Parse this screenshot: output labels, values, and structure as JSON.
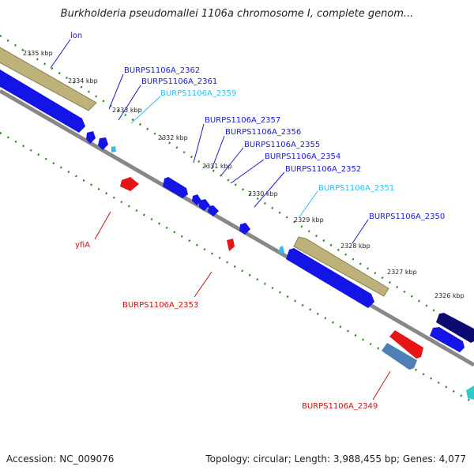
{
  "header": {
    "title": "Burkholderia pseudomallei 1106a chromosome I, complete genom..."
  },
  "footer": {
    "accession": "Accession: NC_009076",
    "summary": "Topology: circular; Length: 3,988,455 bp; Genes: 4,077"
  },
  "scale_ticks": [
    "2335 kbp",
    "2334 kbp",
    "2333 kbp",
    "2332 kbp",
    "2331 kbp",
    "2330 kbp",
    "2329 kbp",
    "2328 kbp",
    "2327 kbp",
    "2326 kbp"
  ],
  "colors": {
    "forward_label": "#1a1acc",
    "hypothetical_label": "#33bbee",
    "reverse_label": "#cc1111",
    "tick_green": "#2e8b22",
    "backbone": "#888888",
    "orf_olive": "#bdb27a",
    "forward_cds": "#1414e6",
    "reverse_cds": "#e61414"
  },
  "genes": {
    "forward": [
      {
        "label": "lon",
        "color": "#1a1acc"
      },
      {
        "label": "BURPS1106A_2362",
        "color": "#1a1acc"
      },
      {
        "label": "BURPS1106A_2361",
        "color": "#1a1acc"
      },
      {
        "label": "BURPS1106A_2359",
        "color": "#33bbee"
      },
      {
        "label": "BURPS1106A_2357",
        "color": "#1a1acc"
      },
      {
        "label": "BURPS1106A_2356",
        "color": "#1a1acc"
      },
      {
        "label": "BURPS1106A_2355",
        "color": "#1a1acc"
      },
      {
        "label": "BURPS1106A_2354",
        "color": "#1a1acc"
      },
      {
        "label": "BURPS1106A_2352",
        "color": "#1a1acc"
      },
      {
        "label": "BURPS1106A_2351",
        "color": "#33bbee"
      },
      {
        "label": "BURPS1106A_2350",
        "color": "#1a1acc"
      }
    ],
    "reverse": [
      {
        "label": "yfiA",
        "color": "#cc1111"
      },
      {
        "label": "BURPS1106A_2353",
        "color": "#cc1111"
      },
      {
        "label": "BURPS1106A_2349",
        "color": "#cc1111"
      }
    ]
  }
}
